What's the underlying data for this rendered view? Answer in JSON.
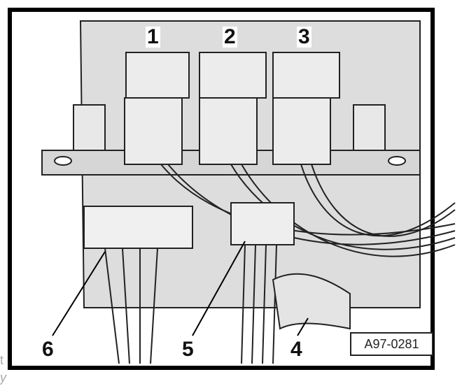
{
  "callouts": [
    "1",
    "2",
    "3",
    "4",
    "5",
    "6"
  ],
  "figure_ref": "A97-0281",
  "edge_text": [
    "t",
    "y"
  ]
}
